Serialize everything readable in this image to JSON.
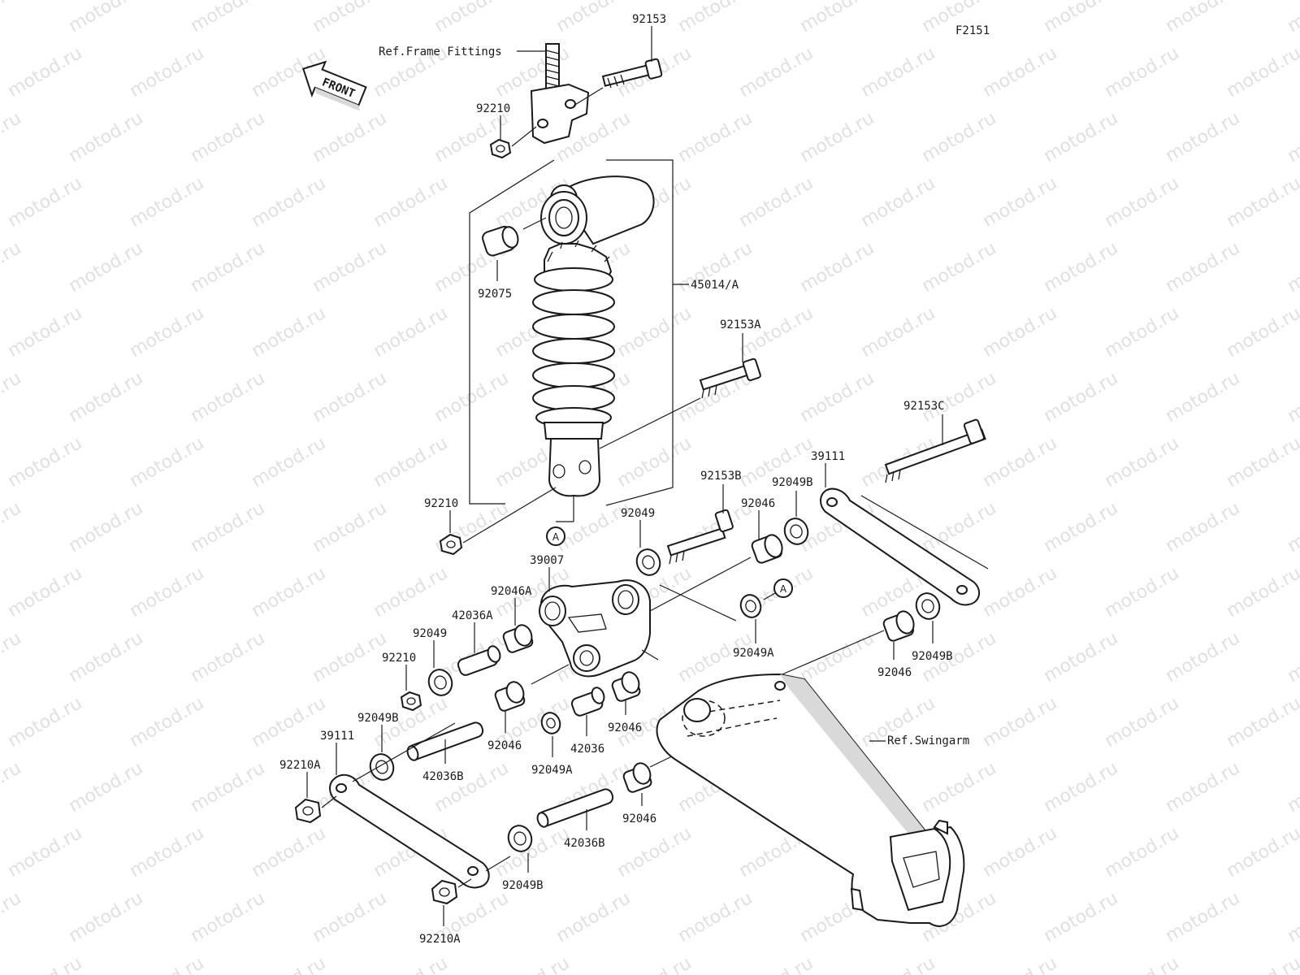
{
  "diagram_id": "F2151",
  "front_label": "FRONT",
  "ref_labels": {
    "frame_fittings": "Ref.Frame Fittings",
    "swingarm": "Ref.Swingarm"
  },
  "callout_letter": "A",
  "part_numbers": {
    "p_92153": "92153",
    "p_92210_top": "92210",
    "p_92075": "92075",
    "p_45014A": "45014/A",
    "p_92153A": "92153A",
    "p_92210_mid": "92210",
    "p_92153C": "92153C",
    "p_39111_right": "39111",
    "p_92153B": "92153B",
    "p_92049B_top": "92049B",
    "p_92046_top": "92046",
    "p_92049_mid": "92049",
    "p_39007": "39007",
    "p_92046A": "92046A",
    "p_42036A": "42036A",
    "p_92049_left": "92049",
    "p_92210_left": "92210",
    "p_92049A_right": "92049A",
    "p_92046_right": "92046",
    "p_92049B_right": "92049B",
    "p_92049B_left": "92049B",
    "p_39111_left": "39111",
    "p_92210A_left": "92210A",
    "p_42036B_left": "42036B",
    "p_92046_lower": "92046",
    "p_92049A_lower": "92049A",
    "p_42036": "42036",
    "p_92046_lower2": "92046",
    "p_92046_bottom": "92046",
    "p_42036B_bottom": "42036B",
    "p_92049B_bottom": "92049B",
    "p_92210A_bottom": "92210A"
  },
  "watermark_text": "motod.ru"
}
